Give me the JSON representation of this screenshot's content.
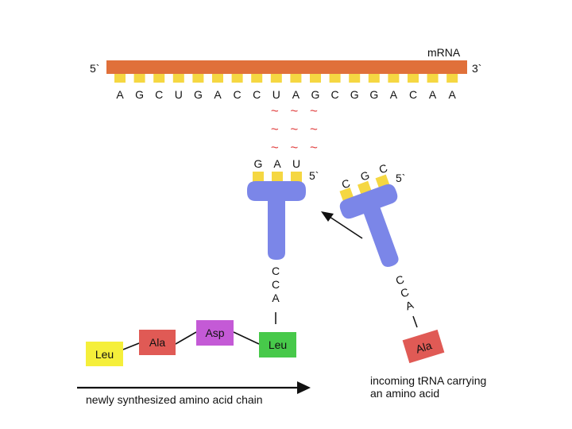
{
  "mrna": {
    "label": "mRNA",
    "end5": "5`",
    "end3": "3`",
    "sequence": [
      "A",
      "G",
      "C",
      "U",
      "G",
      "A",
      "C",
      "C",
      "U",
      "A",
      "G",
      "C",
      "G",
      "G",
      "A",
      "C",
      "A",
      "A"
    ],
    "strand_color": "#e0703a",
    "base_color": "#f5d742"
  },
  "pairing": {
    "glyph": "~",
    "rows": 3,
    "color": "#e03b3b"
  },
  "trna_bound": {
    "anticodon": [
      "G",
      "A",
      "U"
    ],
    "end5": "5`",
    "acceptor": [
      "C",
      "C",
      "A"
    ],
    "color": "#7b86e8"
  },
  "trna_incoming": {
    "anticodon": [
      "C",
      "G",
      "C"
    ],
    "end5": "5`",
    "acceptor": [
      "C",
      "C",
      "A"
    ],
    "amino_acid": "Ala",
    "aa_color": "#e05a55",
    "caption_line1": "incoming tRNA carrying",
    "caption_line2": "an amino acid"
  },
  "chain": {
    "residues": [
      {
        "name": "Leu",
        "color": "#f5ef3a"
      },
      {
        "name": "Ala",
        "color": "#e05a55"
      },
      {
        "name": "Asp",
        "color": "#c45ad6"
      },
      {
        "name": "Leu",
        "color": "#47c94a"
      }
    ],
    "caption": "newly synthesized amino acid chain"
  }
}
